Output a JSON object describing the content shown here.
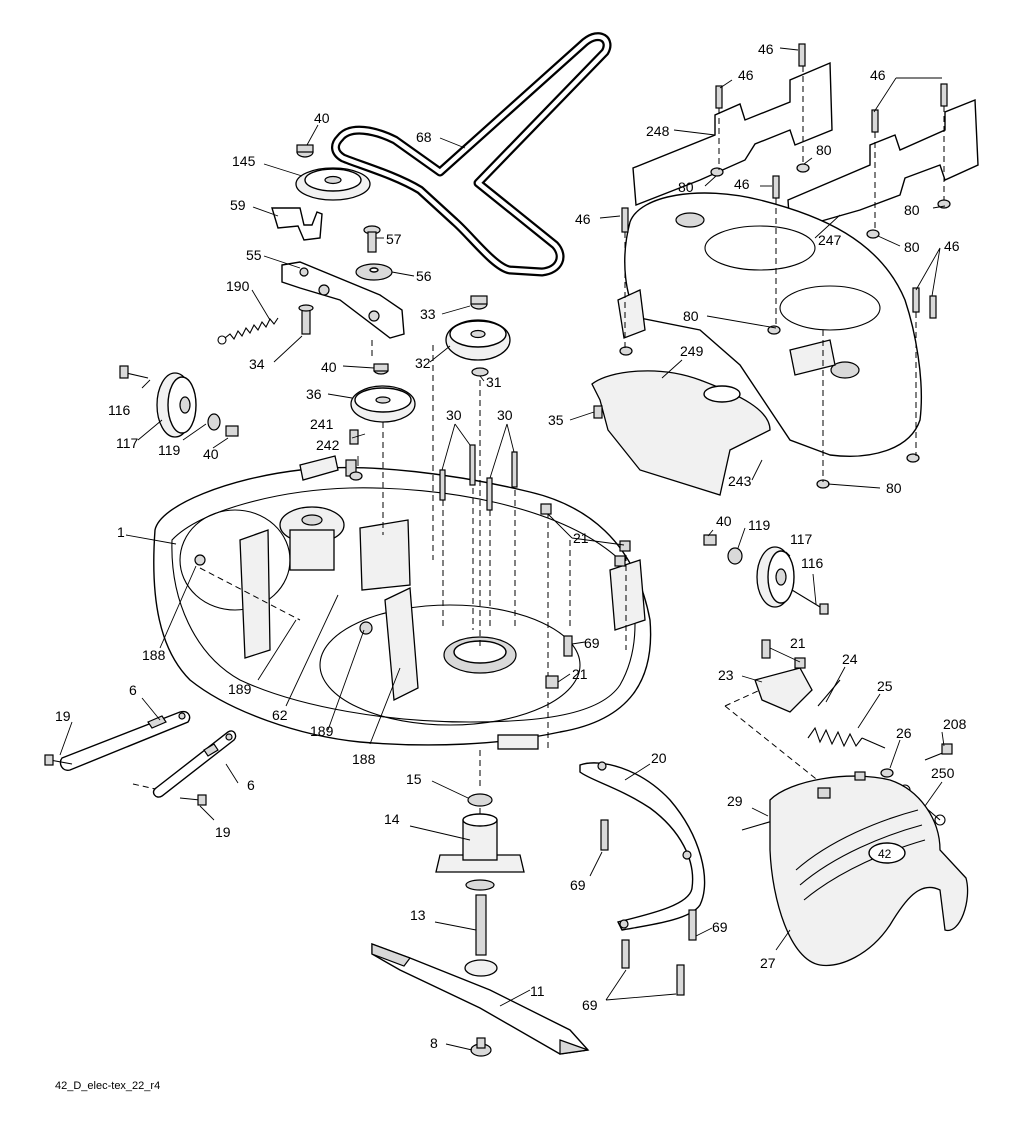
{
  "diagram_code": "42_D_elec-tex_22_r4",
  "emblem_text": "42",
  "callouts": [
    {
      "id": "c-40-a",
      "text": "40"
    },
    {
      "id": "c-145",
      "text": "145"
    },
    {
      "id": "c-59",
      "text": "59"
    },
    {
      "id": "c-57",
      "text": "57"
    },
    {
      "id": "c-55",
      "text": "55"
    },
    {
      "id": "c-56",
      "text": "56"
    },
    {
      "id": "c-190",
      "text": "190"
    },
    {
      "id": "c-34",
      "text": "34"
    },
    {
      "id": "c-33",
      "text": "33"
    },
    {
      "id": "c-32",
      "text": "32"
    },
    {
      "id": "c-31",
      "text": "31"
    },
    {
      "id": "c-40-b",
      "text": "40"
    },
    {
      "id": "c-36",
      "text": "36"
    },
    {
      "id": "c-116-a",
      "text": "116"
    },
    {
      "id": "c-117-a",
      "text": "117"
    },
    {
      "id": "c-119-a",
      "text": "119"
    },
    {
      "id": "c-40-c",
      "text": "40"
    },
    {
      "id": "c-241",
      "text": "241"
    },
    {
      "id": "c-242",
      "text": "242"
    },
    {
      "id": "c-30-a",
      "text": "30"
    },
    {
      "id": "c-30-b",
      "text": "30"
    },
    {
      "id": "c-68",
      "text": "68"
    },
    {
      "id": "c-46-a",
      "text": "46"
    },
    {
      "id": "c-46-b",
      "text": "46"
    },
    {
      "id": "c-46-c",
      "text": "46"
    },
    {
      "id": "c-248",
      "text": "248"
    },
    {
      "id": "c-80-a",
      "text": "80"
    },
    {
      "id": "c-80-b",
      "text": "80"
    },
    {
      "id": "c-46-d",
      "text": "46"
    },
    {
      "id": "c-46-e",
      "text": "46"
    },
    {
      "id": "c-247",
      "text": "247"
    },
    {
      "id": "c-80-c",
      "text": "80"
    },
    {
      "id": "c-80-d",
      "text": "80"
    },
    {
      "id": "c-46-f",
      "text": "46"
    },
    {
      "id": "c-80-e",
      "text": "80"
    },
    {
      "id": "c-249",
      "text": "249"
    },
    {
      "id": "c-35",
      "text": "35"
    },
    {
      "id": "c-243",
      "text": "243"
    },
    {
      "id": "c-80-f",
      "text": "80"
    },
    {
      "id": "c-1",
      "text": "1"
    },
    {
      "id": "c-21-a",
      "text": "21"
    },
    {
      "id": "c-40-d",
      "text": "40"
    },
    {
      "id": "c-119-b",
      "text": "119"
    },
    {
      "id": "c-117-b",
      "text": "117"
    },
    {
      "id": "c-116-b",
      "text": "116"
    },
    {
      "id": "c-69-a",
      "text": "69"
    },
    {
      "id": "c-21-b",
      "text": "21"
    },
    {
      "id": "c-21-c",
      "text": "21"
    },
    {
      "id": "c-24",
      "text": "24"
    },
    {
      "id": "c-23",
      "text": "23"
    },
    {
      "id": "c-25",
      "text": "25"
    },
    {
      "id": "c-188-a",
      "text": "188"
    },
    {
      "id": "c-189-a",
      "text": "189"
    },
    {
      "id": "c-62",
      "text": "62"
    },
    {
      "id": "c-189-b",
      "text": "189"
    },
    {
      "id": "c-188-b",
      "text": "188"
    },
    {
      "id": "c-19-a",
      "text": "19"
    },
    {
      "id": "c-6-a",
      "text": "6"
    },
    {
      "id": "c-6-b",
      "text": "6"
    },
    {
      "id": "c-19-b",
      "text": "19"
    },
    {
      "id": "c-15",
      "text": "15"
    },
    {
      "id": "c-14",
      "text": "14"
    },
    {
      "id": "c-13",
      "text": "13"
    },
    {
      "id": "c-11",
      "text": "11"
    },
    {
      "id": "c-8",
      "text": "8"
    },
    {
      "id": "c-20",
      "text": "20"
    },
    {
      "id": "c-69-b",
      "text": "69"
    },
    {
      "id": "c-69-c",
      "text": "69"
    },
    {
      "id": "c-69-d",
      "text": "69"
    },
    {
      "id": "c-208",
      "text": "208"
    },
    {
      "id": "c-26",
      "text": "26"
    },
    {
      "id": "c-250",
      "text": "250"
    },
    {
      "id": "c-29",
      "text": "29"
    },
    {
      "id": "c-27",
      "text": "27"
    }
  ]
}
